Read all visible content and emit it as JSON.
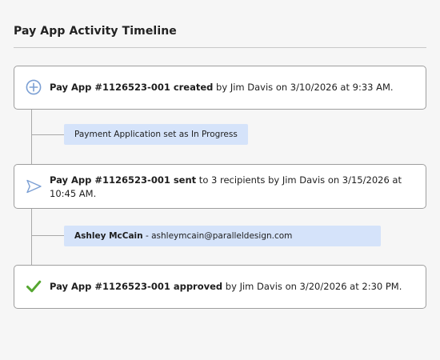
{
  "header": {
    "title": "Pay App Activity Timeline"
  },
  "colors": {
    "accent_blue": "#7b9fd4",
    "approved_green": "#55a630",
    "note_background": "#d5e3fa",
    "card_border": "#9e9e9e"
  },
  "timeline": {
    "events": [
      {
        "icon": "add-circle-icon",
        "bold": "Pay App #1126523-001 created",
        "rest": " by Jim Davis on 3/10/2026 at 9:33 AM."
      },
      {
        "icon": "send-icon",
        "bold": "Pay App #1126523-001 sent",
        "rest": " to 3 recipients by Jim Davis on 3/15/2026 at 10:45 AM."
      },
      {
        "icon": "checkmark-icon",
        "bold": "Pay App #1126523-001 approved",
        "rest": " by Jim Davis on 3/20/2026 at 2:30 PM."
      }
    ],
    "notes": [
      {
        "bold": "",
        "text": "Payment Application set as In Progress"
      },
      {
        "bold": "Ashley McCain",
        "text": " - ashleymcain@paralleldesign.com"
      }
    ]
  }
}
